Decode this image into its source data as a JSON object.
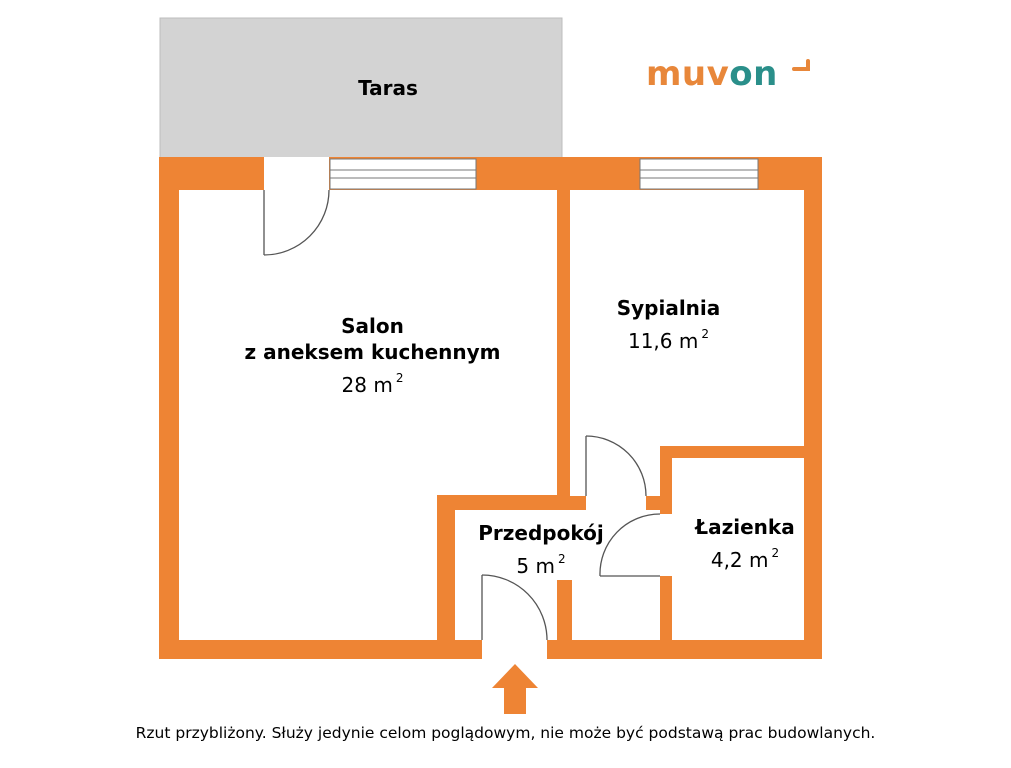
{
  "brand": {
    "logo_part1": "muv",
    "logo_part2": "on",
    "color1": "#E8873A",
    "color2": "#2A8F8A"
  },
  "colors": {
    "wall": "#EE8434",
    "terrace": "#D3D3D3",
    "room": "#FFFFFF",
    "line": "#555555"
  },
  "rooms": {
    "taras": {
      "name": "Taras"
    },
    "salon": {
      "name_line1": "Salon",
      "name_line2": "z aneksem kuchennym",
      "area": "28 m",
      "unit_exp": "2"
    },
    "sypialnia": {
      "name": "Sypialnia",
      "area": "11,6 m",
      "unit_exp": "2"
    },
    "przedpokoj": {
      "name": "Przedpokój",
      "area": "5 m",
      "unit_exp": "2"
    },
    "lazienka": {
      "name": "Łazienka",
      "area": "4,2 m",
      "unit_exp": "2"
    }
  },
  "icons": {
    "entrance": "arrow-up-icon",
    "logo_mark": "tick-mark-icon"
  },
  "disclaimer": "Rzut przybliżony. Służy jedynie celom poglądowym, nie może być podstawą prac budowlanych."
}
